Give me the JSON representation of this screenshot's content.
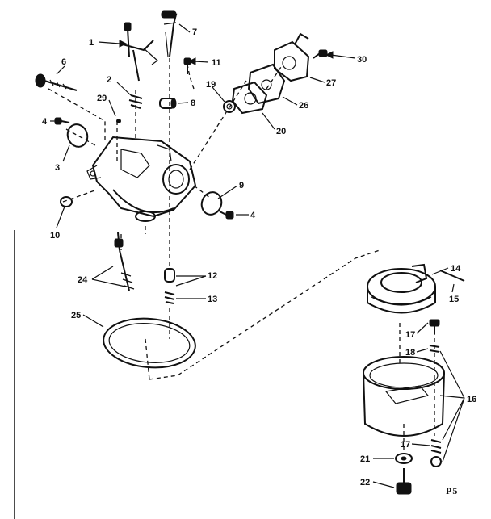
{
  "diagram": {
    "figure_code": "P5",
    "callouts": [
      {
        "id": "c1",
        "label": "1"
      },
      {
        "id": "c7",
        "label": "7"
      },
      {
        "id": "c6",
        "label": "6"
      },
      {
        "id": "c11",
        "label": "11"
      },
      {
        "id": "c30",
        "label": "30"
      },
      {
        "id": "c2",
        "label": "2"
      },
      {
        "id": "c27",
        "label": "27"
      },
      {
        "id": "c29",
        "label": "29"
      },
      {
        "id": "c19",
        "label": "19"
      },
      {
        "id": "c8",
        "label": "8"
      },
      {
        "id": "c26",
        "label": "26"
      },
      {
        "id": "c4a",
        "label": "4"
      },
      {
        "id": "c20",
        "label": "20"
      },
      {
        "id": "c3",
        "label": "3"
      },
      {
        "id": "c9",
        "label": "9"
      },
      {
        "id": "c10",
        "label": "10"
      },
      {
        "id": "c4b",
        "label": "4"
      },
      {
        "id": "c24",
        "label": "24"
      },
      {
        "id": "c12",
        "label": "12"
      },
      {
        "id": "c13",
        "label": "13"
      },
      {
        "id": "c14",
        "label": "14"
      },
      {
        "id": "c15",
        "label": "15"
      },
      {
        "id": "c25",
        "label": "25"
      },
      {
        "id": "c17a",
        "label": "17"
      },
      {
        "id": "c18",
        "label": "18"
      },
      {
        "id": "c16",
        "label": "16"
      },
      {
        "id": "c17b",
        "label": "17"
      },
      {
        "id": "c21",
        "label": "21"
      },
      {
        "id": "c22",
        "label": "22"
      }
    ]
  }
}
